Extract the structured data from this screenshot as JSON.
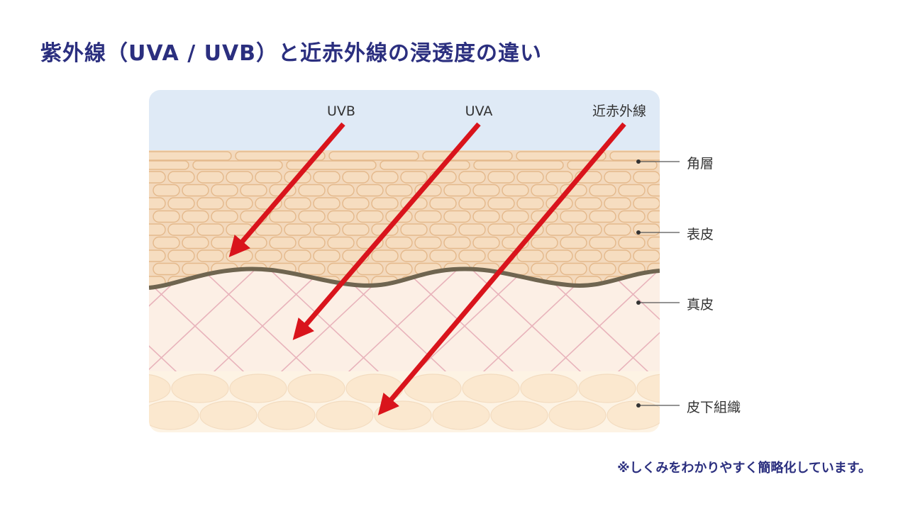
{
  "title": "紫外線（UVA / UVB）と近赤外線の浸透度の違い",
  "rays": {
    "uvb": "UVB",
    "uva": "UVA",
    "nir": "近赤外線"
  },
  "layers": {
    "stratum_corneum": "角層",
    "epidermis": "表皮",
    "dermis": "真皮",
    "subcutaneous": "皮下組織"
  },
  "note": "※しくみをわかりやすく簡略化しています。",
  "colors": {
    "title": "#2b2f7f",
    "arrow": "#d9141c",
    "sky": "#dfeaf6",
    "cell_fill": "#f6ddc0",
    "cell_stroke": "#e4b98c",
    "dermis_bg": "#fcefe5",
    "dermis_fibers": "#e8b3bb",
    "basement_line": "#6f6550",
    "fat_fill": "#fbe8cf"
  }
}
